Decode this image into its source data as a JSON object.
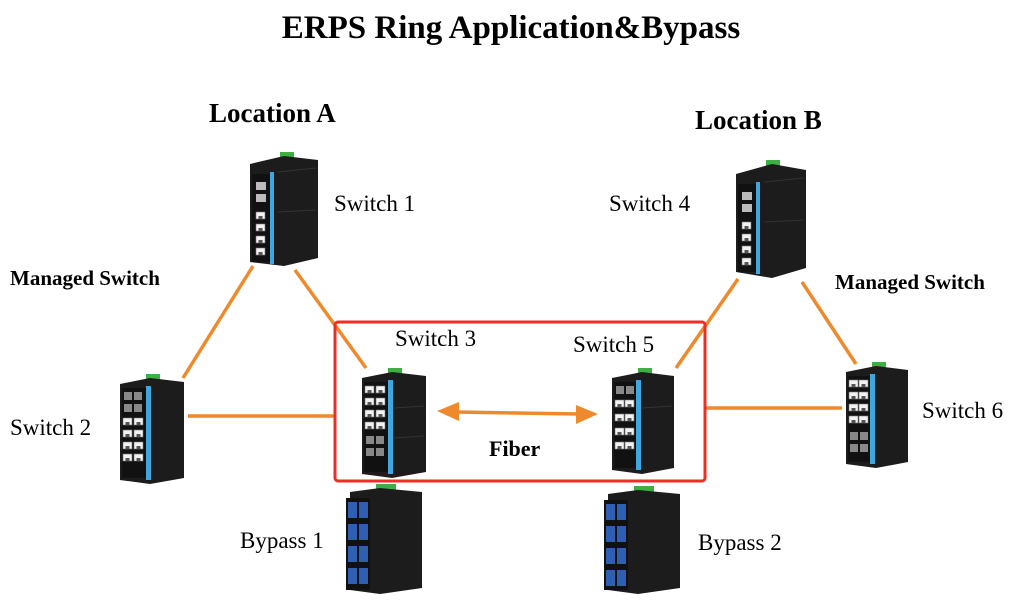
{
  "title": "ERPS Ring Application&Bypass",
  "location_a": "Location A",
  "location_b": "Location B",
  "managed_left": "Managed Switch",
  "managed_right": "Managed Switch",
  "switches": {
    "s1": "Switch 1",
    "s2": "Switch 2",
    "s3": "Switch 3",
    "s4": "Switch 4",
    "s5": "Switch 5",
    "s6": "Switch 6"
  },
  "bypass": {
    "b1": "Bypass 1",
    "b2": "Bypass 2"
  },
  "fiber_label": "Fiber",
  "colors": {
    "link": "#ee8a2c",
    "highlight": "#ee2d24",
    "accent": "#3fa7e0",
    "body": "#1c1c1c",
    "terminal": "#3cb043",
    "fiber_port": "#2f5fb3"
  }
}
